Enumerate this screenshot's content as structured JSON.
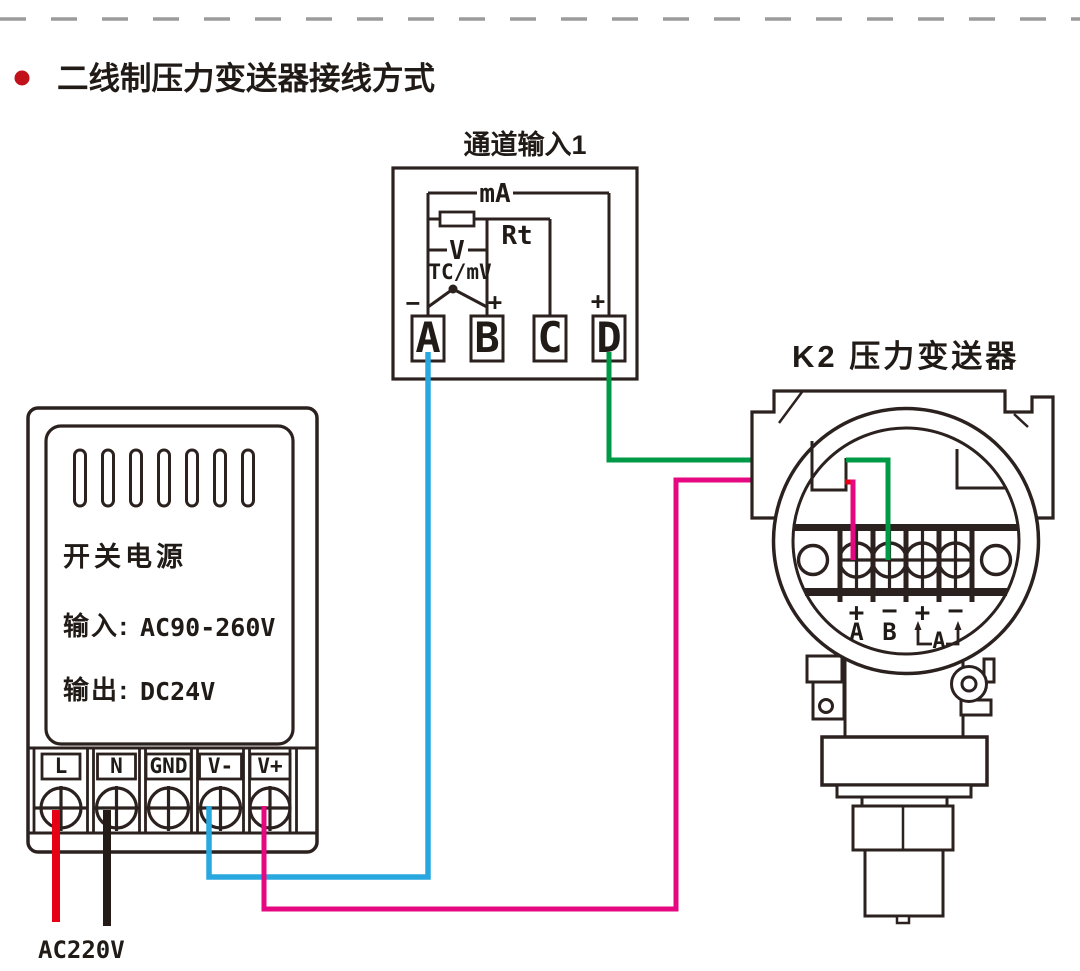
{
  "separator": {
    "color": "#9b9b9b"
  },
  "title": {
    "text": "二线制压力变送器接线方式",
    "bullet_color": "#c1121c"
  },
  "channel_box": {
    "title": "通道输入1",
    "labels": {
      "ma": "mA",
      "rt": "Rt",
      "v": "V",
      "tcmv": "TC/mV",
      "minus": "−",
      "plus": "+",
      "plus_d": "+"
    },
    "terminals": [
      "A",
      "B",
      "C",
      "D"
    ]
  },
  "psu": {
    "name": "开关电源",
    "input_label": "输入:",
    "input_value": "AC90-260V",
    "output_label": "输出:",
    "output_value": "DC24V",
    "terminals": [
      "L",
      "N",
      "GND",
      "V-",
      "V+"
    ],
    "mains_label": "AC220V"
  },
  "transmitter": {
    "title": "K2 压力变送器",
    "polarity": [
      "+",
      "−",
      "+",
      "−"
    ],
    "terminal_a": "A",
    "terminal_b": "B",
    "loop_label": "A"
  },
  "wires": {
    "blue": "#29a8e0",
    "green": "#009a47",
    "pink": "#e50880",
    "red": "#e60013",
    "black": "#241a16",
    "connections": [
      {
        "from": "通道输入1 A",
        "to": "开关电源 V-",
        "color": "blue"
      },
      {
        "from": "通道输入1 D",
        "to": "压力变送器 B−",
        "color": "green"
      },
      {
        "from": "开关电源 V+",
        "to": "压力变送器 A+",
        "color": "pink"
      },
      {
        "from": "开关电源 L",
        "to": "AC220V",
        "color": "red"
      },
      {
        "from": "开关电源 N",
        "to": "AC220V",
        "color": "black"
      }
    ]
  }
}
